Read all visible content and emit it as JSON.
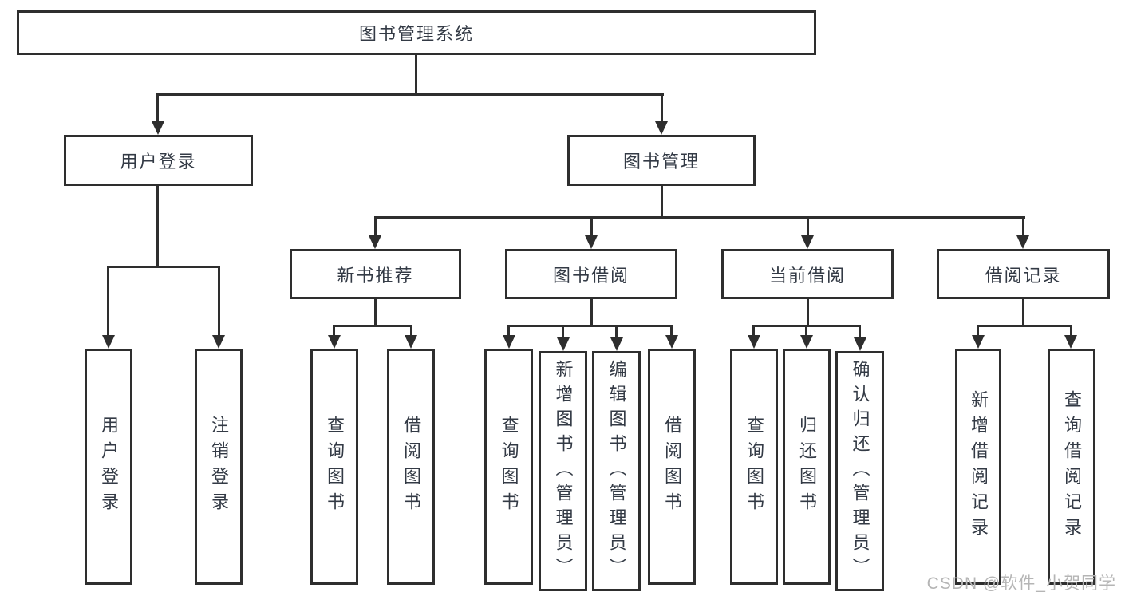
{
  "diagram_title": "图书管理系统",
  "nodes": {
    "root": "图书管理系统",
    "user_login": "用户登录",
    "book_mgmt": "图书管理",
    "new_book_rec": "新书推荐",
    "book_borrow": "图书借阅",
    "current_borrow": "当前借阅",
    "borrow_records": "借阅记录",
    "leaf_user_login": "用户登录",
    "leaf_logout": "注销登录",
    "nbr_query_books": "查询图书",
    "nbr_borrow_books": "借阅图书",
    "bb_query_books": "查询图书",
    "bb_add_books": "新增图书（管理员）",
    "bb_edit_books": "编辑图书（管理员）",
    "bb_borrow_books": "借阅图书",
    "cb_query_books": "查询图书",
    "cb_return_books": "归还图书",
    "cb_confirm_return": "确认归还（管理员）",
    "br_add_record": "新增借阅记录",
    "br_query_record": "查询借阅记录"
  },
  "hierarchy": {
    "图书管理系统": {
      "用户登录": [
        "用户登录",
        "注销登录"
      ],
      "图书管理": {
        "新书推荐": [
          "查询图书",
          "借阅图书"
        ],
        "图书借阅": [
          "查询图书",
          "新增图书（管理员）",
          "编辑图书（管理员）",
          "借阅图书"
        ],
        "当前借阅": [
          "查询图书",
          "归还图书",
          "确认归还（管理员）"
        ],
        "借阅记录": [
          "新增借阅记录",
          "查询借阅记录"
        ]
      }
    }
  },
  "colors": {
    "line": "#2e2e2e",
    "text": "#333a45",
    "watermark": "#b5b5b5",
    "background": "#ffffff"
  },
  "watermark": "CSDN @软件_小贺同学"
}
